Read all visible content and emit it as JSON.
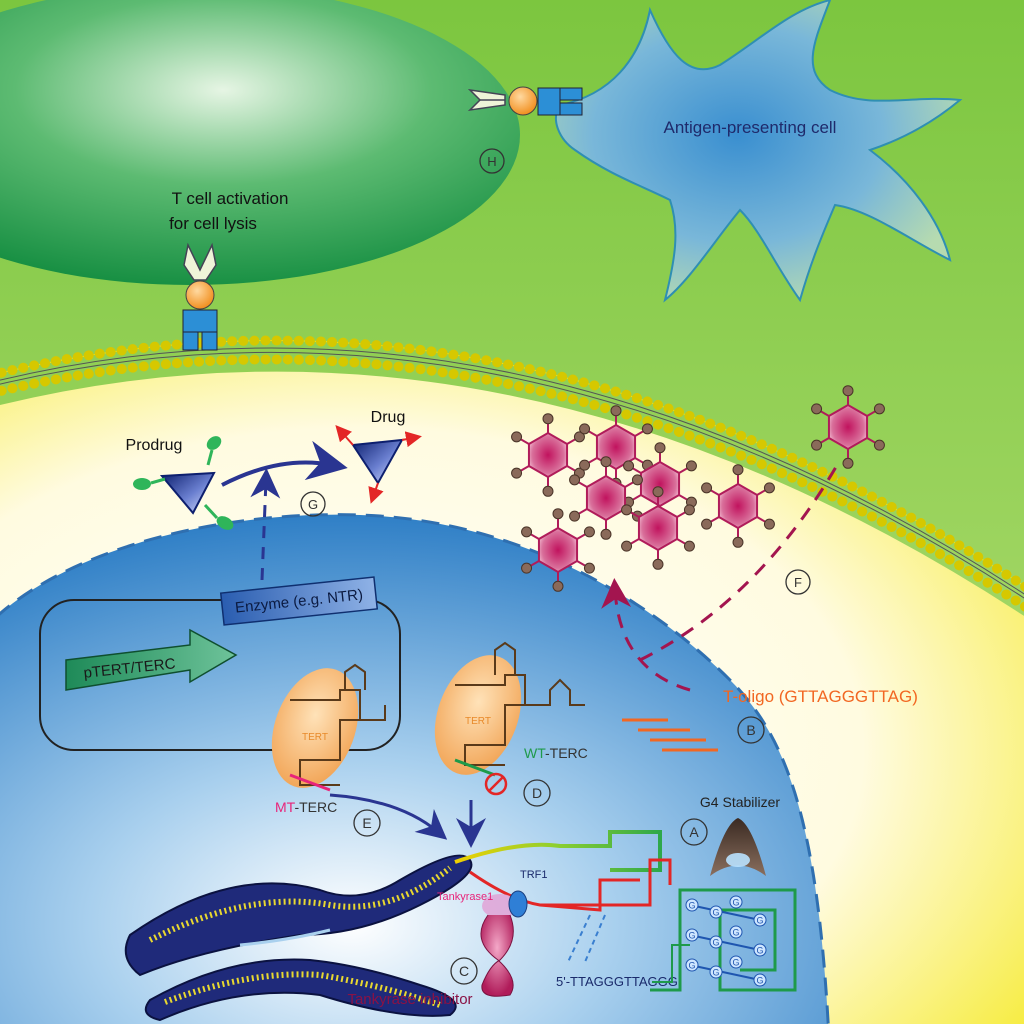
{
  "labels": {
    "apc": "Antigen-presenting cell",
    "tcell_line1": "T cell activation",
    "tcell_line2": "for cell lysis",
    "prodrug": "Prodrug",
    "drug": "Drug",
    "promoter": "pTERT/TERC",
    "enzyme": "Enzyme (e.g. NTR)",
    "tert_left": "TERT",
    "tert_right": "TERT",
    "mt_prefix": "MT",
    "mt_suffix": "-TERC",
    "wt_prefix": "WT",
    "wt_suffix": "-TERC",
    "toligo": "T-oligo (GTTAGGGTTAG)",
    "g4": "G4 Stabilizer",
    "trf1": "TRF1",
    "tankyrase1": "Tankyrase1",
    "tankyrase_inhibitor": "Tankyrase inhibitor",
    "sequence": "5'-TTAGGGTTAGGG",
    "g": "G"
  },
  "markers": {
    "A": "A",
    "B": "B",
    "C": "C",
    "D": "D",
    "E": "E",
    "F": "F",
    "G": "G",
    "H": "H"
  },
  "colors": {
    "background_green": "#8fd04c",
    "tcell_green": "#1f9a45",
    "apc_blue": "#4a9fd6",
    "membrane_yellow": "#f2e21c",
    "nucleus_blue": "#3f8fcf",
    "cytoplasm_yellow": "#f5ec3a",
    "drug_magenta": "#b01c5a",
    "arrow_navy": "#2a3591",
    "toligo_orange": "#f26722",
    "mt_magenta": "#e8247a",
    "wt_green": "#1e9a4a"
  }
}
